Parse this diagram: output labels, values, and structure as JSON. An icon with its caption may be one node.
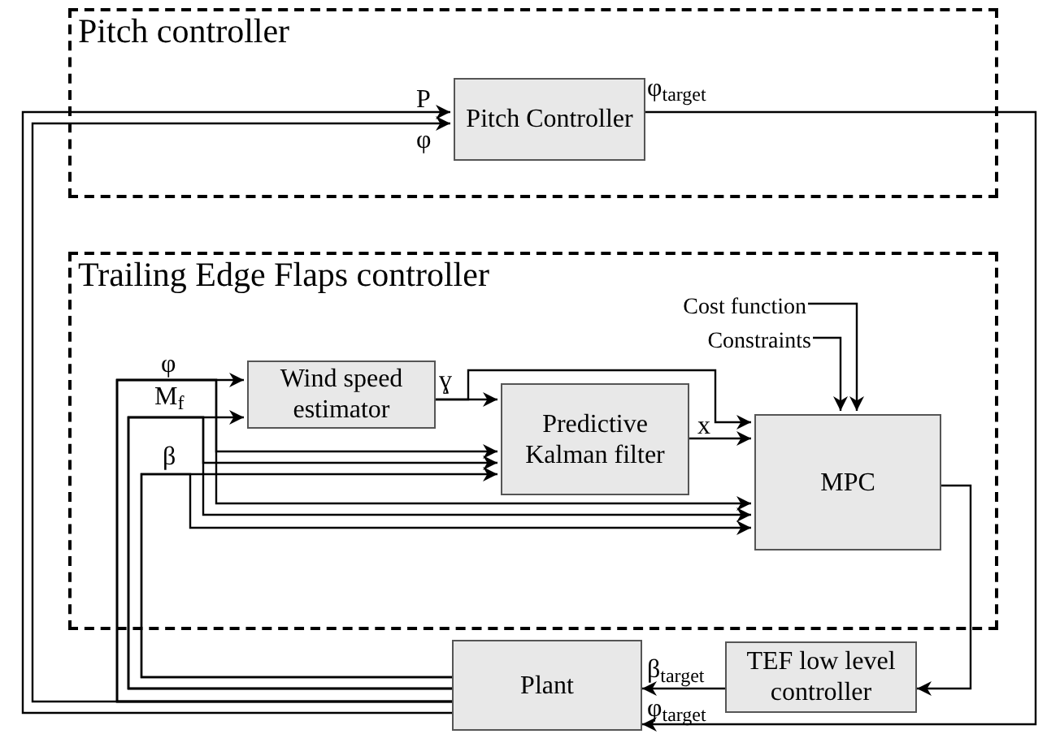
{
  "diagram": {
    "nodes": [
      {
        "text": [
          "Pitch controller"
        ]
      },
      {
        "text": [
          "Pitch Controller"
        ],
        "in": 0
      },
      {
        "text": [
          "Trailing Edge Flaps controller"
        ]
      },
      {
        "text": [
          "Wind speed estimator"
        ],
        "in": 2
      },
      {
        "text": [
          "Predictive Kalman filter"
        ],
        "in": 2
      },
      {
        "text": [
          "MPC"
        ],
        "in": 2
      },
      {
        "text": [
          "Cost function"
        ],
        "in": 2
      },
      {
        "text": [
          "Constraints"
        ],
        "in": 2
      },
      {
        "text": [
          "TEF low level controller"
        ]
      },
      {
        "text": [
          "Plant"
        ]
      }
    ],
    "edges": [
      {
        "from": 9,
        "to": 1,
        "arrow": "to",
        "label": "P"
      },
      {
        "from": 9,
        "to": 1,
        "arrow": "to",
        "label": "φ"
      },
      {
        "from": 1,
        "to": 9,
        "arrow": "to",
        "label": "φ$_{target}$"
      },
      {
        "from": 9,
        "to": 3,
        "arrow": "to",
        "label": "φ"
      },
      {
        "from": 9,
        "to": 3,
        "arrow": "to",
        "label": "M$_{f}$"
      },
      {
        "from": 9,
        "to": 4,
        "arrow": "to"
      },
      {
        "from": 9,
        "to": 4,
        "arrow": "to"
      },
      {
        "from": 9,
        "to": 4,
        "arrow": "to",
        "label": "β"
      },
      {
        "from": 9,
        "to": 5,
        "arrow": "to"
      },
      {
        "from": 9,
        "to": 5,
        "arrow": "to"
      },
      {
        "from": 9,
        "to": 5,
        "arrow": "to"
      },
      {
        "from": 3,
        "to": 4,
        "arrow": "to",
        "label": "ɣ"
      },
      {
        "from": 3,
        "to": 5,
        "arrow": "to"
      },
      {
        "from": 4,
        "to": 5,
        "arrow": "to",
        "label": "x"
      },
      {
        "from": 6,
        "to": 5,
        "arrow": "to"
      },
      {
        "from": 7,
        "to": 5,
        "arrow": "to"
      },
      {
        "from": 5,
        "to": 8,
        "arrow": "to"
      },
      {
        "from": 8,
        "to": 9,
        "arrow": "to",
        "label": "β$_{target}$"
      }
    ],
    "labels": [
      "φ$_{target}$"
    ]
  }
}
